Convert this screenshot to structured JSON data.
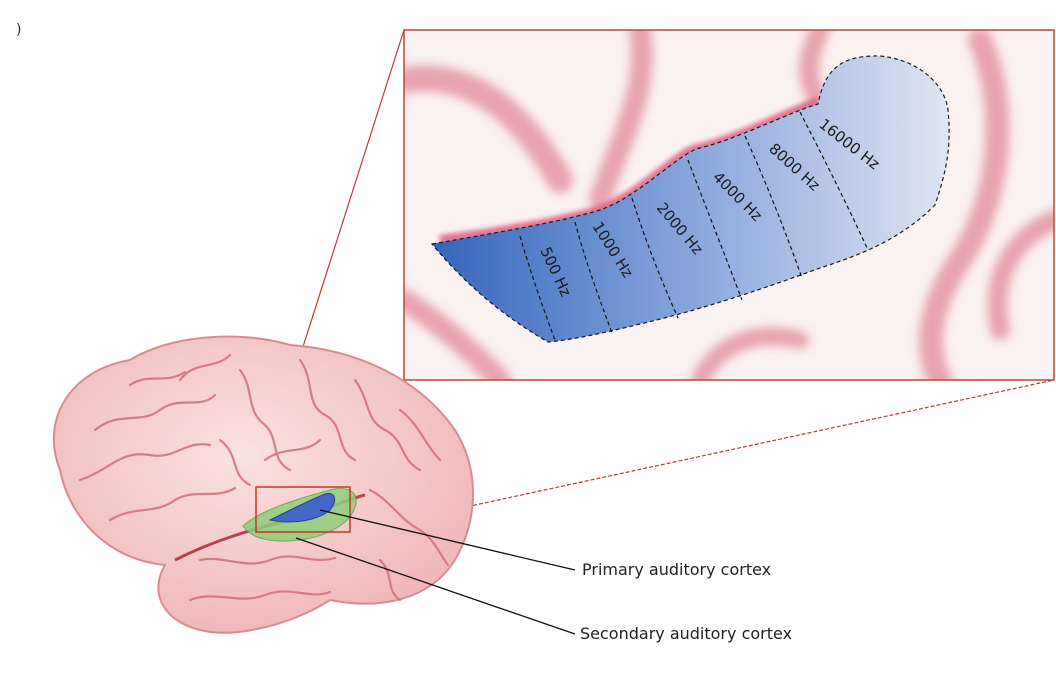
{
  "figure": {
    "corner_mark": ")",
    "labels": {
      "primary": "Primary auditory cortex",
      "secondary": "Secondary auditory cortex"
    },
    "frequency_bands": [
      "500 Hz",
      "1000 Hz",
      "2000 Hz",
      "4000 Hz",
      "8000 Hz",
      "16000 Hz"
    ],
    "colors": {
      "cortex_low": "#3f72c4",
      "cortex_high": "#d2dcf0",
      "vessel": "#d9577a",
      "brain": "#f4c4c4",
      "secondary_area": "#8fcf7a",
      "callout_line": "#c0392b"
    }
  }
}
